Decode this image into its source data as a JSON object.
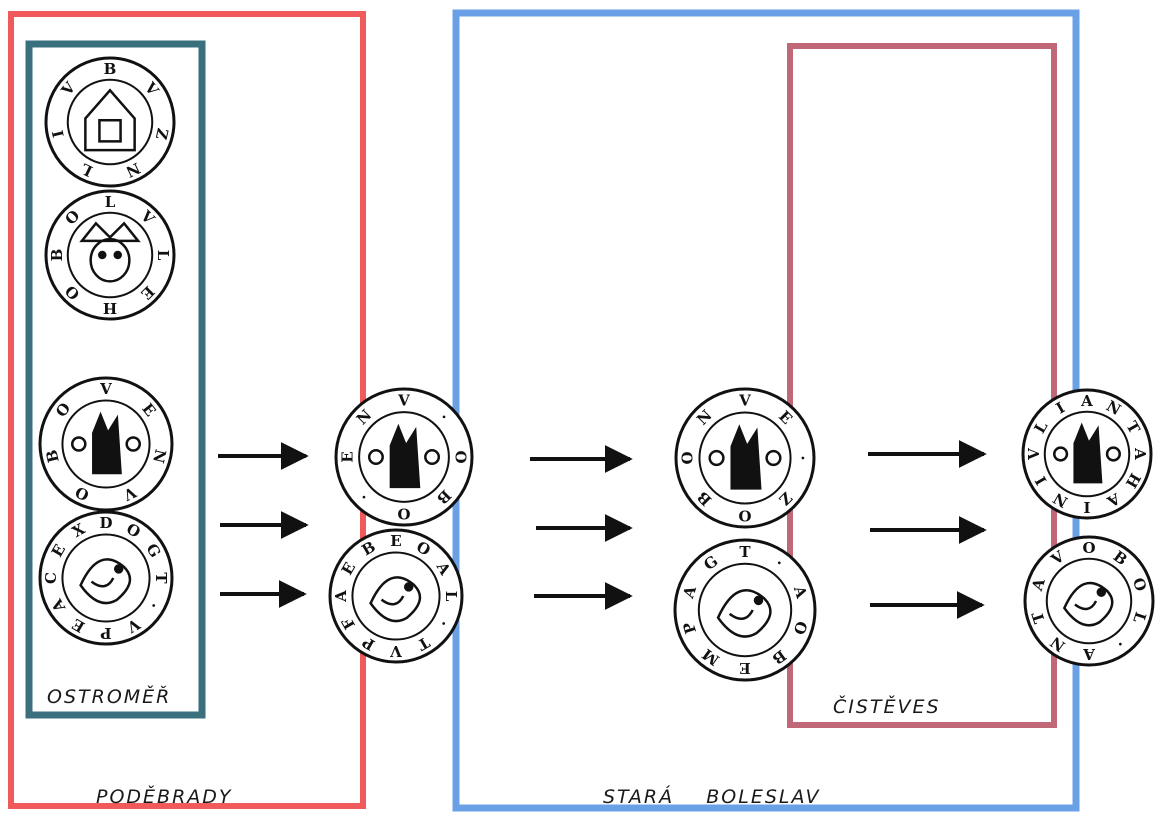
{
  "regions": {
    "podebrady": {
      "label": "PODĚBRADY",
      "color": "#f05a5a"
    },
    "ostromer": {
      "label": "OSTROMĚŘ",
      "color": "#3a6f7d"
    },
    "stara_boleslav": {
      "label": "STARÁ    BOLESLAV",
      "color": "#6aa0e6"
    },
    "cisteves": {
      "label": "ČISTĚVES",
      "color": "#c06878"
    }
  },
  "coins": [
    {
      "id": "ostromer-1",
      "legend": "BVZNLIV",
      "motif": "church"
    },
    {
      "id": "ostromer-2",
      "legend": "LVLEHOBO",
      "motif": "head"
    },
    {
      "id": "ostromer-3",
      "legend": "VENVOBO",
      "motif": "hand"
    },
    {
      "id": "ostromer-4",
      "legend": "DOGT·VPEACEX",
      "motif": "bird"
    },
    {
      "id": "podebrady-1",
      "legend": "V·OBO·EN",
      "motif": "hand"
    },
    {
      "id": "podebrady-2",
      "legend": "EOAL·TVPFAEB",
      "motif": "bird"
    },
    {
      "id": "boleslav-1",
      "legend": "VE·ZOBON",
      "motif": "hand"
    },
    {
      "id": "boleslav-2",
      "legend": "T·AOBEMPAG",
      "motif": "bird"
    },
    {
      "id": "cisteves-1",
      "legend": "ANTAHAINIVLI",
      "motif": "hand"
    },
    {
      "id": "cisteves-2",
      "legend": "OBOL·ANTAV",
      "motif": "bird"
    }
  ],
  "arrows": [
    {
      "id": "ostromer-to-podebrady",
      "count": 3
    },
    {
      "id": "podebrady-to-boleslav",
      "count": 3
    },
    {
      "id": "boleslav-to-cisteves",
      "count": 3
    }
  ]
}
